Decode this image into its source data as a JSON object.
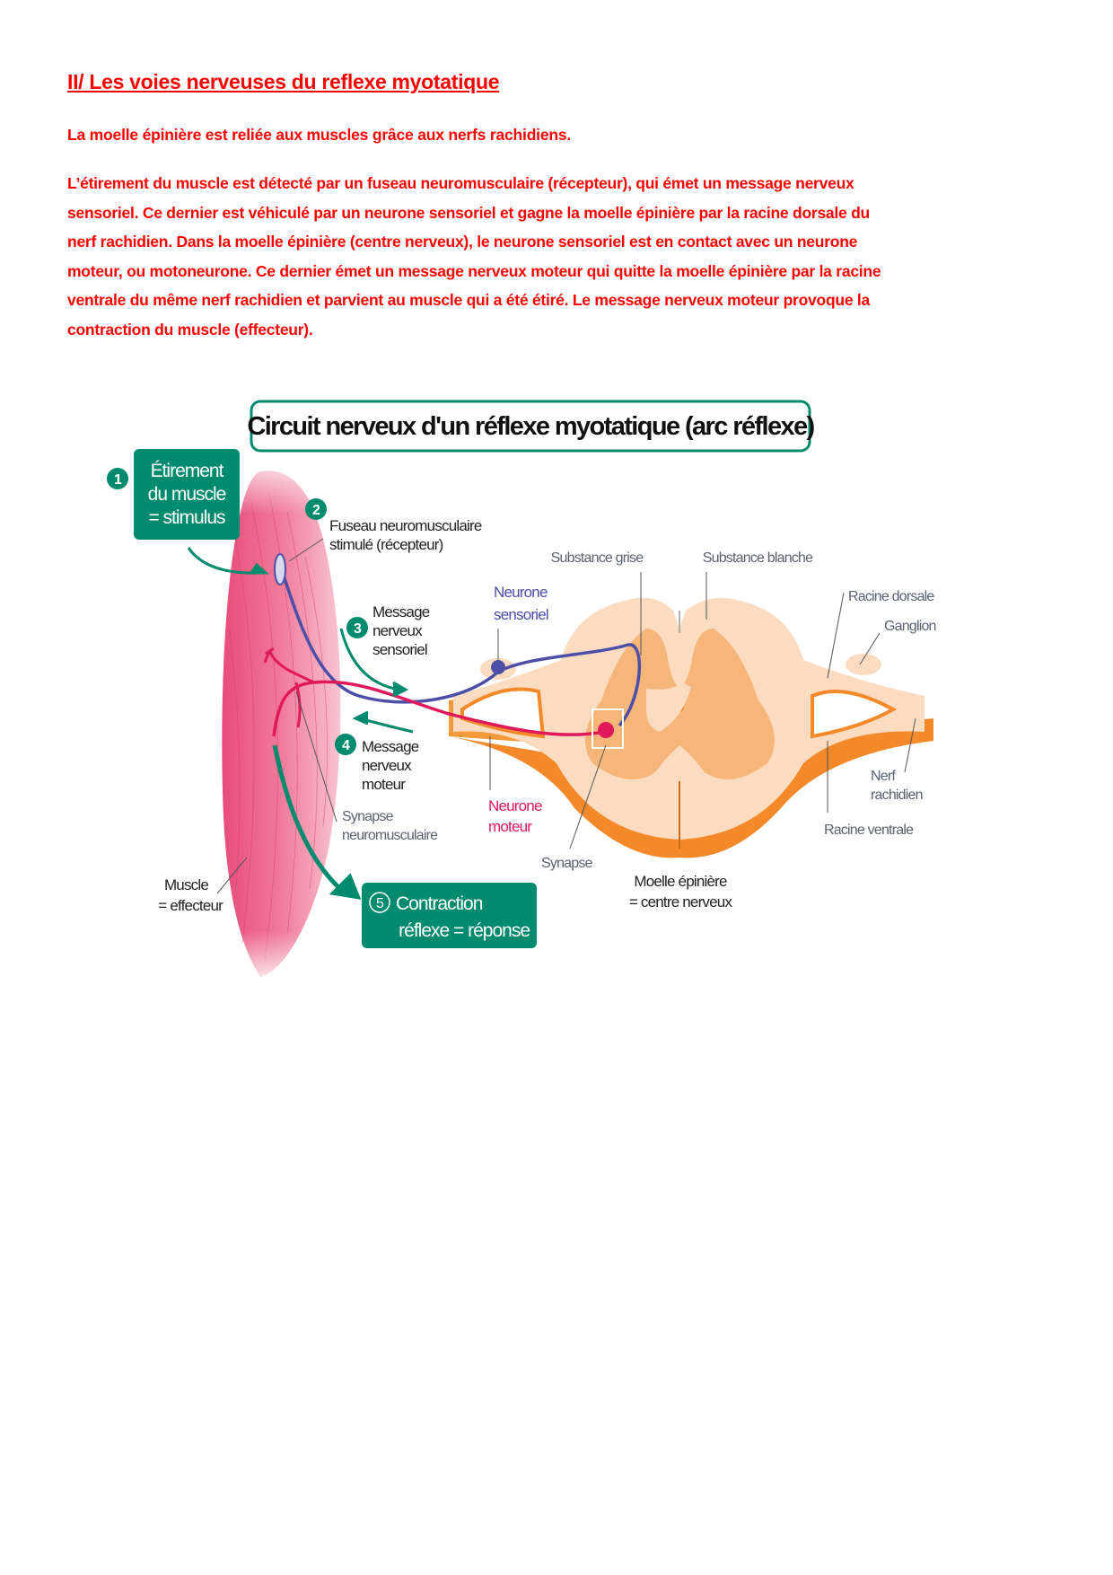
{
  "heading": "II/ Les voies nerveuses du reflexe myotatique",
  "intro": "La moelle épinière est reliée aux muscles grâce aux nerfs rachidiens.",
  "paragraph_lines": [
    "L’étirement du muscle est détecté par un fuseau neuromusculaire (récepteur), qui émet un message nerveux",
    "sensoriel. Ce dernier est véhiculé par un neurone sensoriel  et gagne la moelle épinière par la racine dorsale du",
    "nerf rachidien. Dans la moelle épinière (centre nerveux), le neurone sensoriel est en contact avec un neurone",
    "moteur, ou motoneurone. Ce dernier émet un message nerveux moteur qui quitte la moelle épinière par la racine",
    "ventrale du même nerf rachidien et parvient  au muscle qui a été étiré. Le message nerveux moteur provoque la",
    "contraction du muscle (effecteur)."
  ],
  "diagram": {
    "title": "Circuit nerveux d'un réflexe myotatique (arc réflexe)",
    "step1": {
      "num": "1",
      "lines": [
        "Étirement",
        "du muscle",
        "= stimulus"
      ]
    },
    "step2": {
      "num": "2",
      "lines": [
        "Fuseau neuromusculaire",
        "stimulé (récepteur)"
      ]
    },
    "step3": {
      "num": "3",
      "lines": [
        "Message",
        "nerveux",
        "sensoriel"
      ]
    },
    "step4": {
      "num": "4",
      "lines": [
        "Message",
        "nerveux",
        "moteur"
      ]
    },
    "step5": {
      "num": "5",
      "lines": [
        "Contraction",
        "réflexe = réponse"
      ]
    },
    "labels": {
      "substance_grise": "Substance grise",
      "substance_blanche": "Substance blanche",
      "neurone_sensoriel": [
        "Neurone",
        "sensoriel"
      ],
      "neurone_moteur": [
        "Neurone",
        "moteur"
      ],
      "racine_dorsale": "Racine dorsale",
      "ganglion": "Ganglion",
      "nerf_rachidien": [
        "Nerf",
        "rachidien"
      ],
      "racine_ventrale": "Racine ventrale",
      "synapse": "Synapse",
      "synapse_nm": [
        "Synapse",
        "neuromusculaire"
      ],
      "moelle": [
        "Moelle épinière",
        "= centre nerveux"
      ],
      "muscle": [
        "Muscle",
        "= effecteur"
      ]
    },
    "colors": {
      "green": "#008a6e",
      "sensory": "#4b4fa8",
      "motor": "#e0195a",
      "text_red": "#ff0000"
    }
  }
}
